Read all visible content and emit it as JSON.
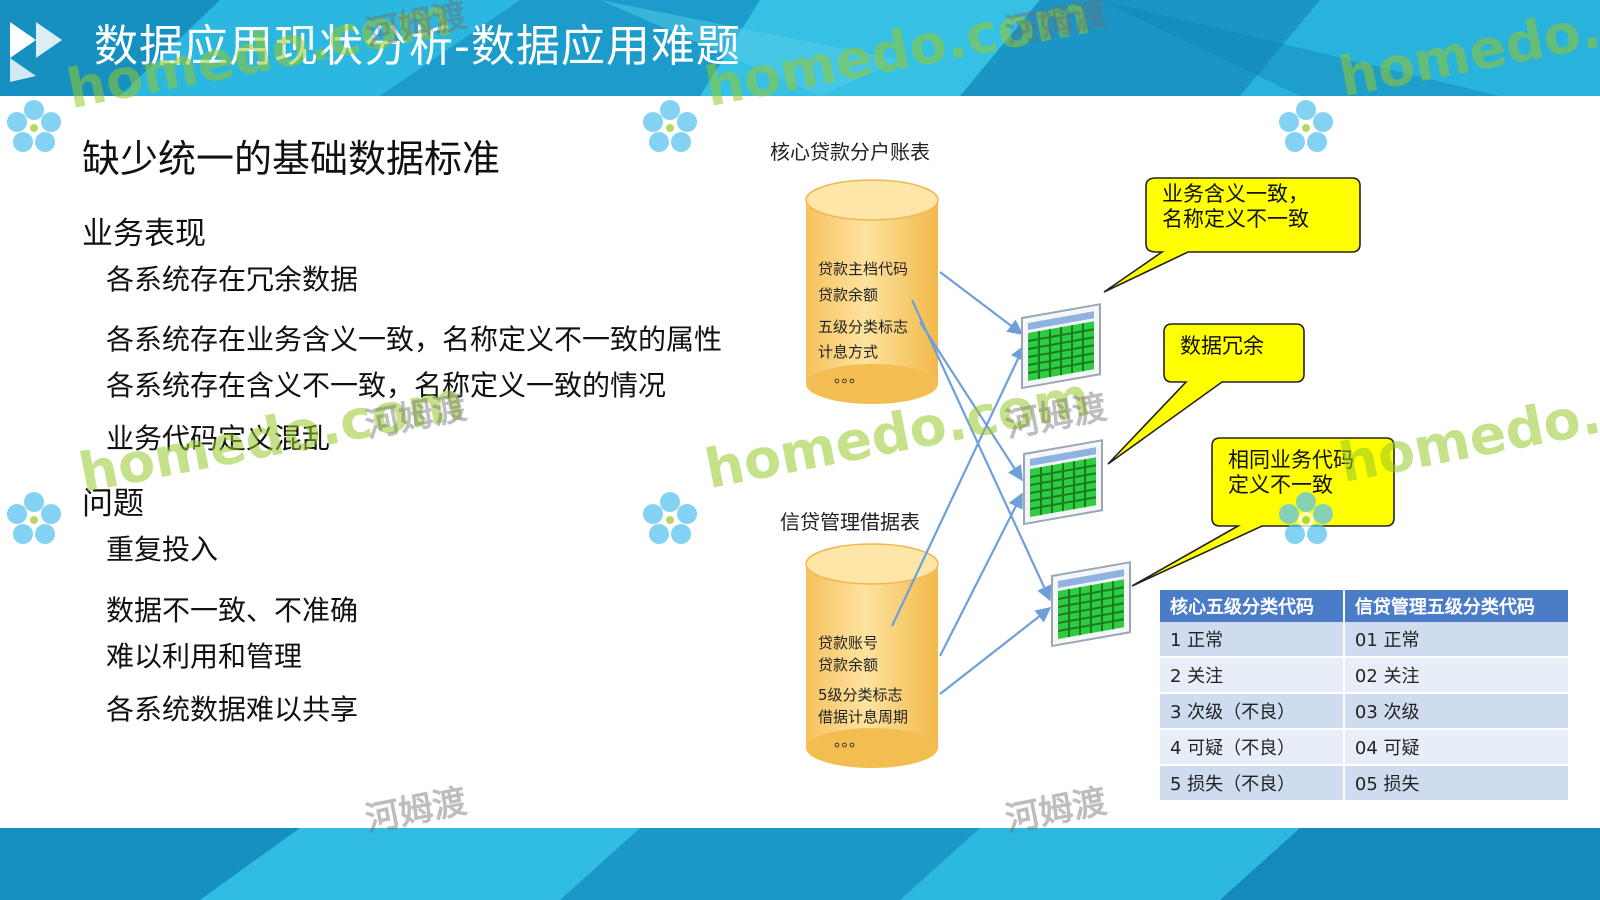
{
  "title": "数据应用现状分析-数据应用难题",
  "heading": "缺少统一的基础数据标准",
  "sections": [
    {
      "label": "业务表现",
      "items": [
        "各系统存在冗余数据",
        "各系统存在业务含义一致，名称定义不一致的属性",
        "各系统存在含义不一致，名称定义一致的情况",
        "业务代码定义混乱"
      ]
    },
    {
      "label": "问题",
      "items": [
        "重复投入",
        "数据不一致、不准确",
        "难以利用和管理",
        "各系统数据难以共享"
      ]
    }
  ],
  "databases": [
    {
      "title": "核心贷款分户账表",
      "fields": [
        "贷款主档代码",
        "贷款余额",
        "五级分类标志",
        "计息方式",
        "。。。"
      ]
    },
    {
      "title": "信贷管理借据表",
      "fields": [
        "贷款账号",
        "贷款余额",
        "5级分类标志",
        "借据计息周期",
        "。。。"
      ]
    }
  ],
  "callouts": [
    {
      "lines": [
        "业务含义一致，",
        "名称定义不一致"
      ]
    },
    {
      "lines": [
        "数据冗余"
      ]
    },
    {
      "lines": [
        "相同业务代码",
        "定义不一致"
      ]
    }
  ],
  "code_table": {
    "headers": [
      "核心五级分类代码",
      "信贷管理五级分类代码"
    ],
    "rows": [
      [
        "1 正常",
        "01 正常"
      ],
      [
        "2 关注",
        "02 关注"
      ],
      [
        "3 次级（不良）",
        "03 次级"
      ],
      [
        "4 可疑（不良）",
        "04 可疑"
      ],
      [
        "5 损失（不良）",
        "05 损失"
      ]
    ]
  },
  "watermarks": {
    "latin": "homedo.com",
    "cjk": "河姆渡"
  },
  "colors": {
    "banner": "#1aa6d2",
    "cylinder": "#fbd98a",
    "callout": "#ffff00",
    "screen": "#33cc33",
    "arrow": "#6f9fd8",
    "table_header": "#4a7cc8"
  }
}
